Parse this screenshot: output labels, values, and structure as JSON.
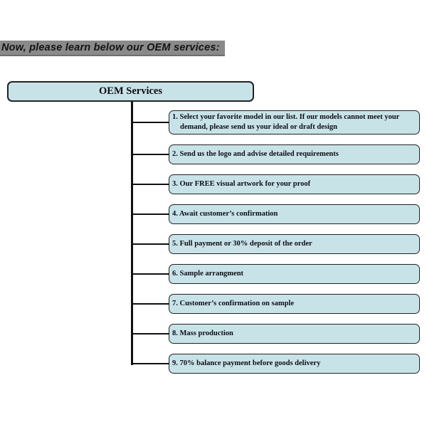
{
  "title": {
    "text": "Now, please learn below our OEM services:",
    "highlight_color": "#8a8a8a"
  },
  "flowchart": {
    "root_label": "OEM Services",
    "box_fill": "#c8e3e8",
    "box_border": "#222222",
    "line_color": "#111111",
    "steps": [
      "1. Select your favorite model in our list. If our models cannot meet your demand, please send us your ideal or draft design",
      "2. Send us the logo and advise detailed requirements",
      "3. Our FREE visual artwork for your proof",
      "4. Await customer’s confirmation",
      "5. Full payment or 30% deposit of the order",
      "6. Sample arrangment",
      "7. Customer’s confirmation on sample",
      "8. Mass production",
      "9. 70% balance payment before goods delivery"
    ]
  }
}
